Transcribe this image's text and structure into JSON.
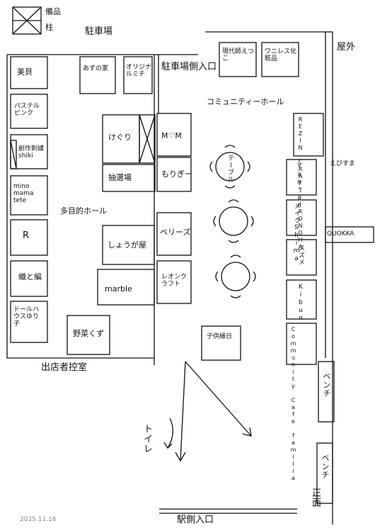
{
  "legend": {
    "supplies": "備品",
    "pillar": "柱"
  },
  "areas": {
    "parking": "駐車場",
    "outdoor": "屋外",
    "parking_entrance": "駐車場側入口",
    "community_hall": "コミュニティーホール",
    "multipurpose_hall": "多目的ホール",
    "exhibitor_waiting": "出店者控室",
    "toilet": "トイレ",
    "station_entrance": "駅側入口",
    "front": "正面"
  },
  "stalls": {
    "biki": "美貝",
    "azuno": "あずの家",
    "original": "オリジナルミチ",
    "pastel": "パステルピンク",
    "sisyu": "創作刺繍shiki",
    "minomama": "mino mama tete",
    "r": "R",
    "orimatsu": "織と編",
    "dollhouse": "ドールハウスゆり子",
    "keguri": "けぐり",
    "chusen": "抽選場",
    "mom": "M♡M",
    "moriban": "もりぎー",
    "shougaya": "しょうが屋",
    "berries": "ベリーズ",
    "marble": "marble",
    "rejin": "レオンクラフト",
    "yasai": "野菜くず",
    "kodomo": "子供縁日",
    "makeup": "ワニレス化粧品",
    "nomad": "現代師えつこ",
    "rezin": "REZIN CRAFT IRONOHA",
    "ebisu": "えびすま",
    "yanyan": "Yan'an",
    "shima": "メイクShima",
    "quokka": "QUOKKA",
    "suzu": "スズメ",
    "sun": "Kibun",
    "cafe": "Community Cafe familia"
  },
  "tables": {
    "table_label": "テーブル"
  },
  "benches": {
    "bench_label": "ベンチ"
  },
  "footer": {
    "date": "2025.11.16"
  }
}
